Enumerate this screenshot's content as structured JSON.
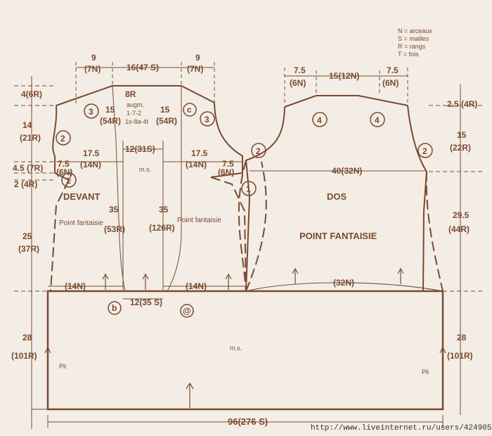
{
  "colors": {
    "ink": "#7a4a2e",
    "paper": "#f3ede6"
  },
  "legend": {
    "n": "N  =  arceaux",
    "s": "S  =  mailles",
    "r": "R  =  rangs",
    "t": "T  =  fois"
  },
  "front": {
    "top_left": "9",
    "top_left_n": "(7N)",
    "top_mid": "16(47 S)",
    "top_right": "9",
    "top_right_n": "(7N)",
    "shoulder_drop": "4(6R)",
    "armhole_h": "14",
    "armhole_r": "(21R)",
    "band1": "4.5 (7R)",
    "band2": "2 (4R)",
    "lower_h": "25",
    "lower_r": "(37R)",
    "body_h": "28",
    "body_r": "(101R)",
    "aug": "8R",
    "aug2": "augm.",
    "aug3": "1-7-2",
    "aug4": "1s-8a-4t",
    "neck_l": "15",
    "neck_l_r": "(54R)",
    "neck_r": "15",
    "neck_r_r": "(54R)",
    "center_s": "12(31S)",
    "ms": "m.s.",
    "w_l": "17.5",
    "w_l_n": "(14N)",
    "w_r": "17.5",
    "w_r_n": "(14N)",
    "cuff_l": "7.5",
    "cuff_l_n": "(6N)",
    "cuff_r": "7.5",
    "cuff_r_n": "(6N)",
    "devant": "DEVANT",
    "pf_l": "Point fantaisie",
    "pf_r": "Point fantaisie",
    "h35_l": "35",
    "h35_l_r": "(53R)",
    "h35_r": "35",
    "h35_r_r": "(126R)",
    "bot_l": "(14N)",
    "bot_r": "(14N)",
    "bot_mid": "12(35 S)",
    "circ_b": "b",
    "circ_a": "@"
  },
  "back": {
    "top_l": "7.5",
    "top_l_n": "(6N)",
    "top_mid": "15(12N)",
    "top_r": "7.5",
    "top_r_n": "(6N)",
    "shoulder": "2.5 (4R)",
    "arm_h": "15",
    "arm_r": "(22R)",
    "width": "40(32N)",
    "dos": "DOS",
    "point": "POINT FANTAISIE",
    "lower_h": "29.5",
    "lower_r": "(44R)",
    "bottom": "(32N)",
    "body_h": "28",
    "body_r": "(101R)"
  },
  "panel": {
    "ms": "m.s.",
    "pli_l": "Pli",
    "pli_r": "Pli",
    "total": "96(276 S)"
  },
  "markers": {
    "m1": "1",
    "m2": "2",
    "m3": "3",
    "m4": "4",
    "mc": "c"
  },
  "watermark": "http://www.liveinternet.ru/users/4249054/"
}
